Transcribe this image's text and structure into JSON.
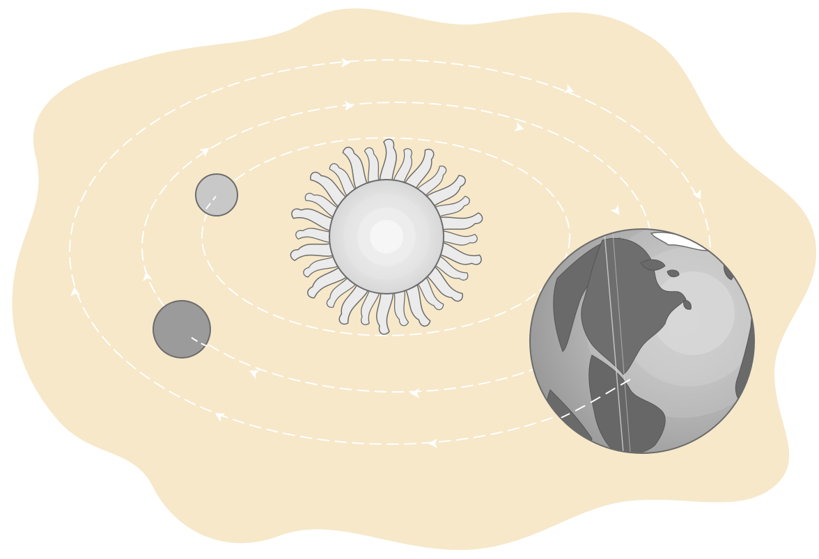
{
  "colors": {
    "background_blob": "#f6e8c9",
    "orbit_line": "#ffffff",
    "sun_core": "#e4e4e4",
    "sun_glow": "#f4f4f4",
    "sun_ray": "#ebebeb",
    "outline": "#6b6b6b",
    "small_planet": "#c8c8c8",
    "medium_planet": "#9b9b9b",
    "earth_ocean": "#b9b9b9",
    "earth_land": "#6a6a6a",
    "earth_highlight": "#dcdcdc"
  },
  "icons": {
    "sun": "sun-icon",
    "earth": "earth-globe-icon",
    "planet_small": "planet-icon",
    "planet_medium": "planet-icon",
    "orbit_arrow": "arrowhead-icon"
  },
  "orbits": {
    "count": 3,
    "direction": "clockwise",
    "style": "dashed"
  }
}
